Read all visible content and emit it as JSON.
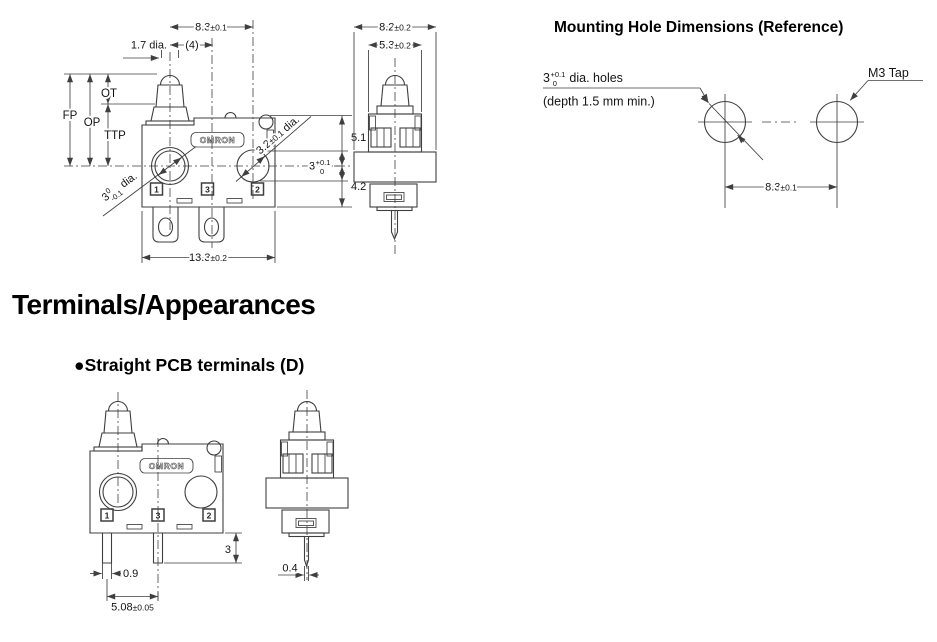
{
  "sections": {
    "terminals_title": "Terminals/Appearances",
    "pcb_subtitle": "●Straight PCB terminals (D)"
  },
  "front_view": {
    "dim_width_top": {
      "value": "8.3",
      "tol": "±0.1"
    },
    "plunger_tip_dia": "1.7 dia.",
    "plunger_ref": "(4)",
    "pos_free": "FP",
    "pos_overtravel": "OT",
    "pos_operating": "OP",
    "pos_total_travel": "TTP",
    "dim_hole_right_dia": {
      "value": "3.2",
      "tol": "±0.1",
      "suffix": " dia."
    },
    "dim_upper_height": "5.1",
    "dim_hole_vertical": {
      "value": "3",
      "sup": "+0.1",
      "sub": "0"
    },
    "dim_lower_height": "4.2",
    "dim_hole_left_dia": {
      "value": "3",
      "sup": "0",
      "sub": "-0.1",
      "suffix": " dia."
    },
    "dim_width_bottom": {
      "value": "13.3",
      "tol": "±0.2"
    },
    "brand": "OMRON",
    "terminals": {
      "t1": "1",
      "t3": "3",
      "t2": "2"
    }
  },
  "side_view": {
    "dim_width": {
      "value": "8.2",
      "tol": "±0.2"
    },
    "dim_plunger_width": {
      "value": "5.3",
      "tol": "±0.2"
    }
  },
  "mounting": {
    "title": "Mounting Hole Dimensions (Reference)",
    "hole_dia": {
      "value": "3",
      "sup": "+0.1",
      "sub": "0",
      "suffix": " dia. holes"
    },
    "depth_note": "(depth 1.5 mm min.)",
    "tap_label": "M3 Tap",
    "dim_pitch": {
      "value": "8.3",
      "tol": "±0.1"
    }
  },
  "pcb_front": {
    "brand": "OMRON",
    "terminals": {
      "t1": "1",
      "t3": "3",
      "t2": "2"
    },
    "dim_pin_length": "3",
    "dim_pin_width": "0.9",
    "dim_pin_pitch": {
      "value": "5.08",
      "tol": "±0.05"
    }
  },
  "pcb_side": {
    "dim_pin_width": "0.4"
  }
}
